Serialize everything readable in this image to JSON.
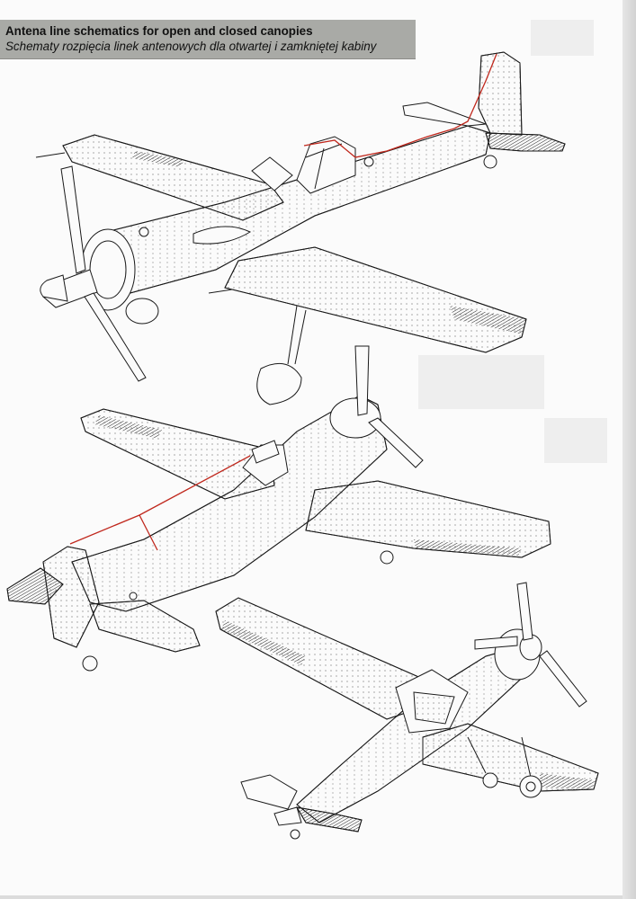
{
  "header": {
    "title_en": "Antena line schematics for open and closed canopies",
    "title_pl": "Schematy rozpięcia linek antenowych dla otwartej i zamkniętej kabiny"
  },
  "colors": {
    "header_bg": "#a9aaa6",
    "antenna_line": "#c0281d",
    "line_art": "#1a1a1a",
    "paper": "#fbfbfb"
  },
  "drawings": [
    {
      "name": "aircraft-top-view-closed-canopy",
      "antenna": "red line from canopy to fin tip"
    },
    {
      "name": "aircraft-top-rear-view-open-canopy",
      "antenna": "red line from canopy to tail with mast drop"
    },
    {
      "name": "aircraft-underside-view",
      "antenna": "none"
    }
  ]
}
